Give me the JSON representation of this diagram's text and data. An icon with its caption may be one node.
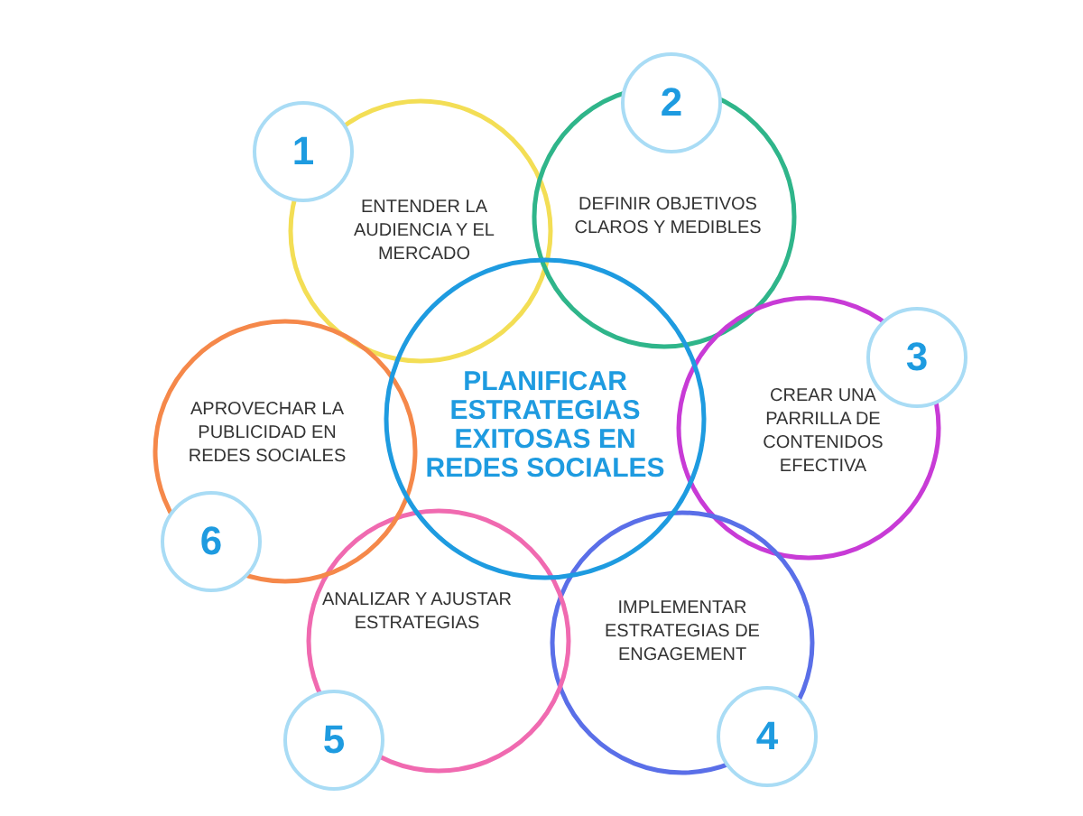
{
  "diagram": {
    "nodes": [
      {
        "text": [
          "PLANIFICAR ESTRATEGIAS EXITOSAS EN REDES SOCIALES"
        ]
      },
      {
        "text": [
          "ENTENDER LA AUDIENCIA Y EL MERCADO"
        ]
      },
      {
        "text": [
          "1"
        ]
      },
      {
        "text": [
          "DEFINIR OBJETIVOS CLAROS Y MEDIBLES"
        ]
      },
      {
        "text": [
          "2"
        ]
      },
      {
        "text": [
          "CREAR UNA PARRILLA DE CONTENIDOS EFECTIVA"
        ]
      },
      {
        "text": [
          "3"
        ]
      },
      {
        "text": [
          "IMPLEMENTAR ESTRATEGIAS DE ENGAGEMENT"
        ]
      },
      {
        "text": [
          "4"
        ]
      },
      {
        "text": [
          "ANALIZAR Y AJUSTAR ESTRATEGIAS"
        ]
      },
      {
        "text": [
          "5"
        ]
      },
      {
        "text": [
          "APROVECHAR LA PUBLICIDAD EN REDES SOCIALES"
        ]
      },
      {
        "text": [
          "6"
        ]
      }
    ],
    "edges": []
  }
}
